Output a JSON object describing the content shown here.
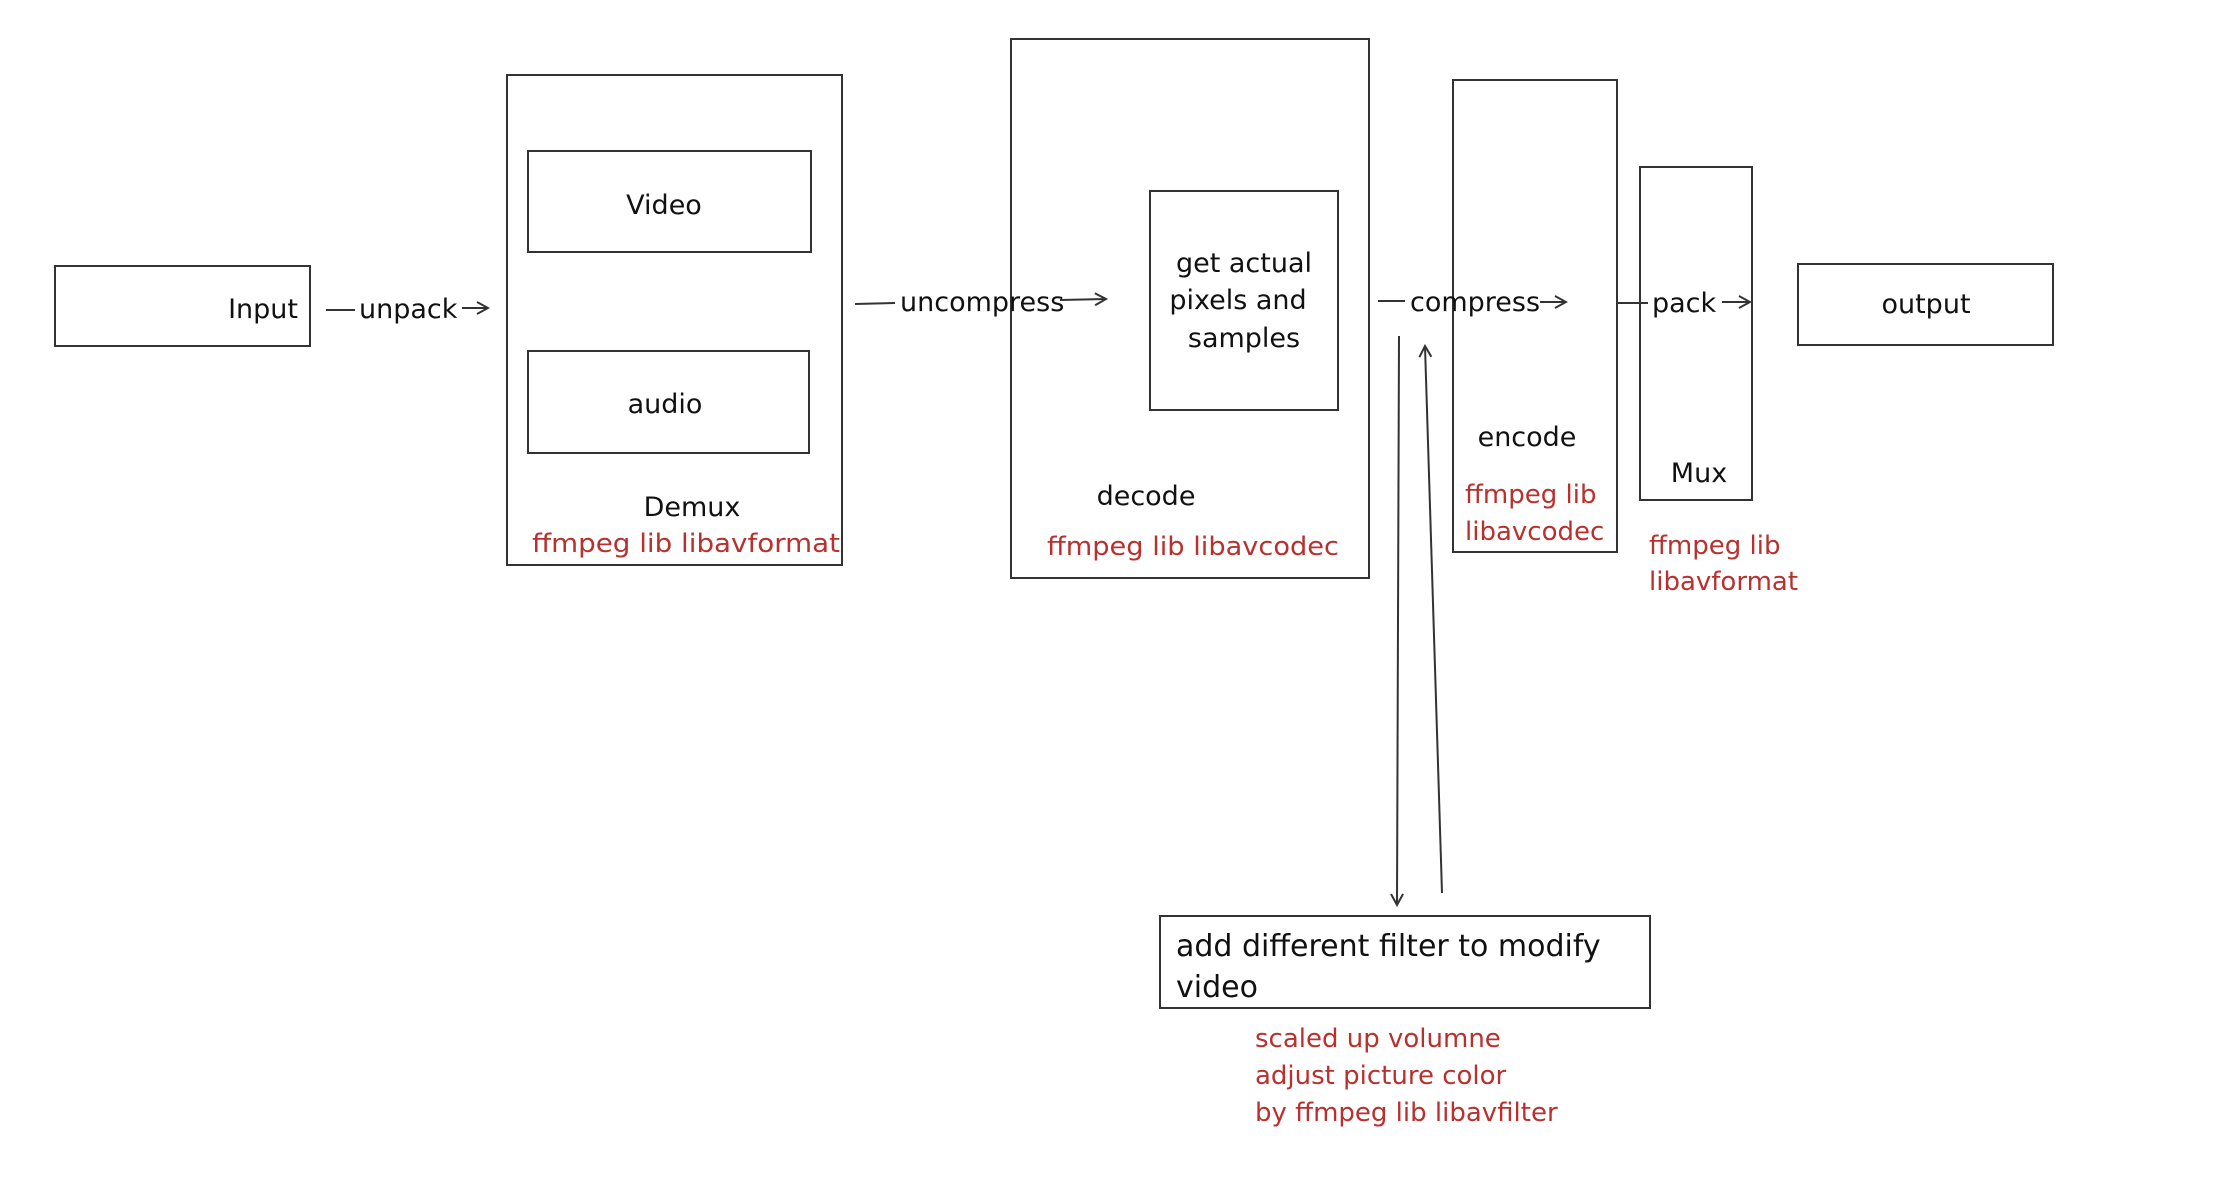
{
  "colors": {
    "stroke": "#333333",
    "text": "#111111",
    "annotation": "#b8312f"
  },
  "nodes": {
    "input": "Input",
    "video": "Video",
    "audio": "audio",
    "demux": {
      "label": "Demux",
      "note": "ffmpeg lib libavformat"
    },
    "decode": {
      "label": "decode",
      "note": "ffmpeg lib libavcodec",
      "inner": [
        "get actual",
        "pixels and",
        "samples"
      ]
    },
    "encode": {
      "label": "encode",
      "note": [
        "ffmpeg lib",
        "libavcodec"
      ]
    },
    "mux": {
      "label": "Mux",
      "note": [
        "ffmpeg lib",
        "libavformat"
      ]
    },
    "output": "output",
    "filter": {
      "label": [
        "add different filter to modify",
        "video"
      ],
      "note": [
        "scaled up volumne",
        "adjust picture color",
        "by ffmpeg lib libavfilter"
      ]
    }
  },
  "edges": {
    "unpack": "unpack",
    "uncompress": "uncompress",
    "compress": "compress",
    "pack": "pack"
  }
}
